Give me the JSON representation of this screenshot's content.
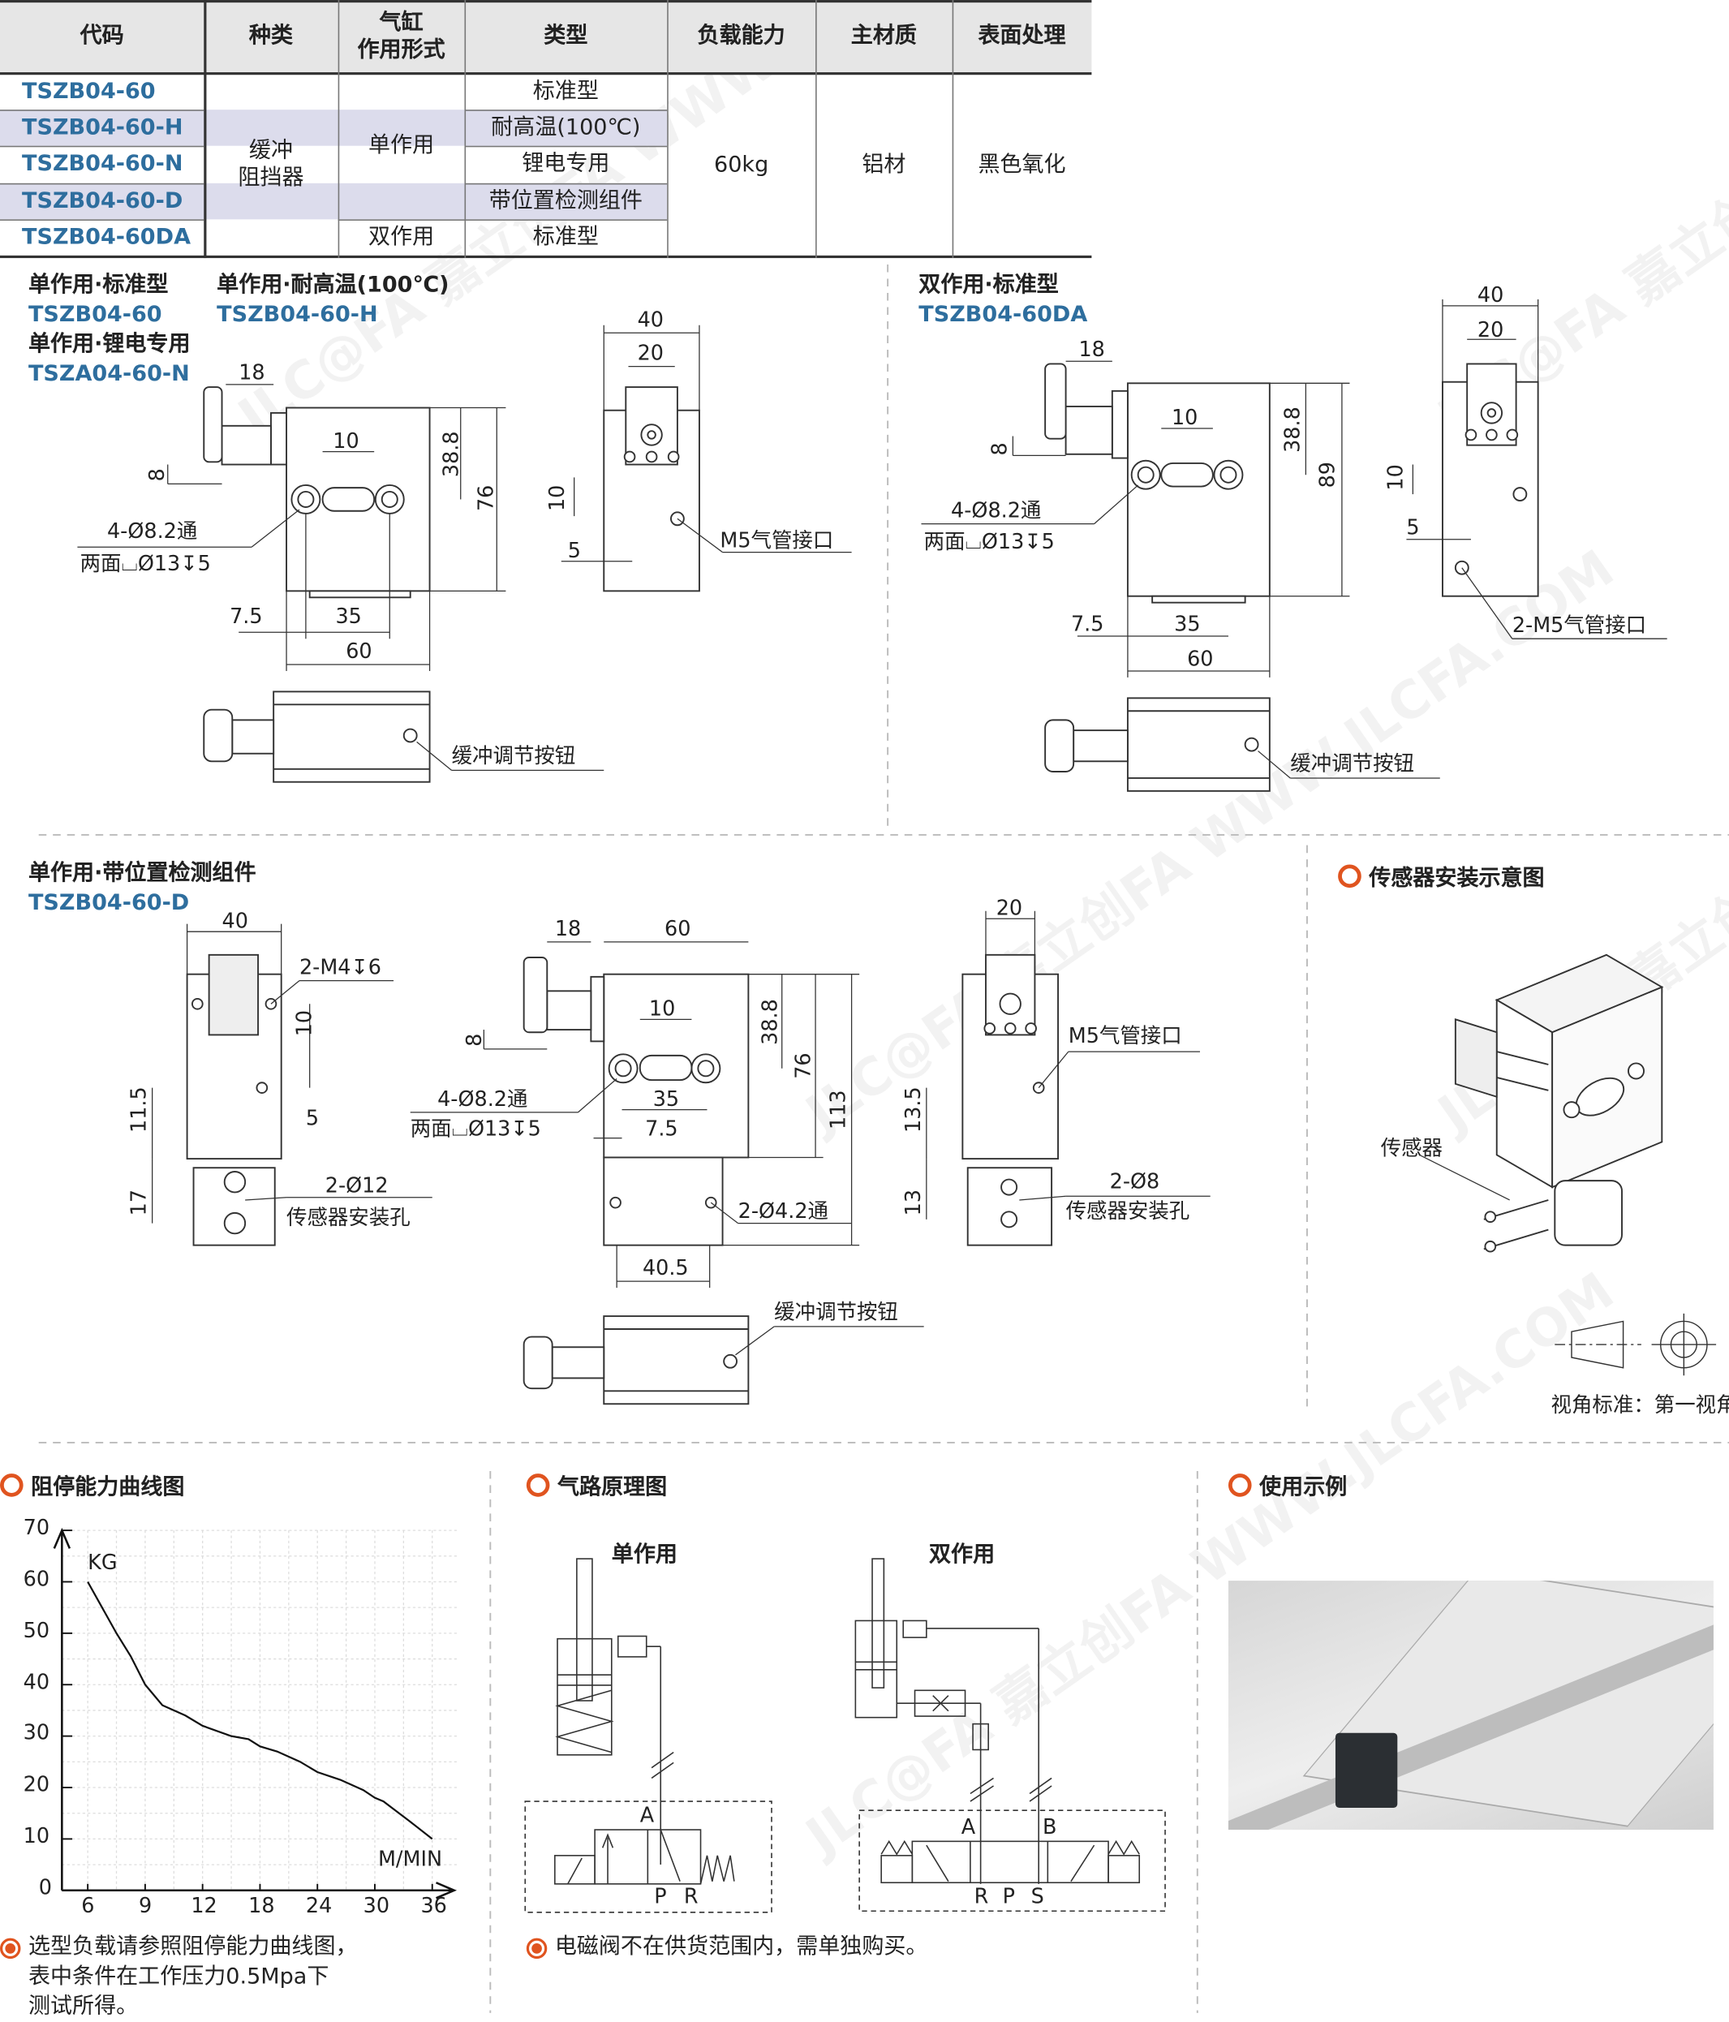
{
  "table": {
    "headers": {
      "code": "代码",
      "kind": "种类",
      "action": "气缸\n作用形式",
      "type": "类型",
      "load": "负载能力",
      "material": "主材质",
      "finish": "表面处理"
    },
    "rows": [
      {
        "code": "TSZB04-60",
        "type": "标准型"
      },
      {
        "code": "TSZB04-60-H",
        "type": "耐高温(100℃)"
      },
      {
        "code": "TSZB04-60-N",
        "type": "锂电专用"
      },
      {
        "code": "TSZB04-60-D",
        "type": "带位置检测组件"
      },
      {
        "code": "TSZB04-60DA",
        "type": "标准型"
      }
    ],
    "kind": "缓冲\n阻挡器",
    "single": "单作用",
    "double": "双作用",
    "load": "60kg",
    "material": "铝材",
    "finish": "黑色氧化",
    "row_shade": "#dcdcec"
  },
  "drawing_std": {
    "title1": "单作用·标准型",
    "code1": "TSZB04-60",
    "title2": "单作用·耐高温(100℃)",
    "code2": "TSZB04-60-H",
    "title3": "单作用·锂电专用",
    "code3": "TSZA04-60-N",
    "d18": "18",
    "d10": "10",
    "d38_8": "38.8",
    "d76": "76",
    "d8": "8",
    "holes": "4-Ø8.2通",
    "cbore": "两面⌴Ø13↧5",
    "d7_5": "7.5",
    "d35": "35",
    "d60": "60",
    "side_d40": "40",
    "side_d20": "20",
    "side_d10": "10",
    "side_d5": "5",
    "port": "M5气管接口",
    "knob": "缓冲调节按钮"
  },
  "drawing_double": {
    "title": "双作用·标准型",
    "code": "TSZB04-60DA",
    "d18": "18",
    "d10": "10",
    "d38_8": "38.8",
    "d89": "89",
    "d8": "8",
    "holes": "4-Ø8.2通",
    "cbore": "两面⌴Ø13↧5",
    "d7_5": "7.5",
    "d35": "35",
    "d60": "60",
    "side_d40": "40",
    "side_d20": "20",
    "side_d10": "10",
    "side_d5": "5",
    "port": "2-M5气管接口",
    "knob": "缓冲调节按钮"
  },
  "drawing_sensor": {
    "title": "单作用·带位置检测组件",
    "code": "TSZB04-60-D",
    "d40": "40",
    "m4": "2-M4↧6",
    "d10": "10",
    "d11_5": "11.5",
    "d5": "5",
    "d17": "17",
    "phi12": "2-Ø12",
    "sensor_hole": "传感器安装孔",
    "f18": "18",
    "f60": "60",
    "f10": "10",
    "f38_8": "38.8",
    "f76": "76",
    "f113": "113",
    "f8": "8",
    "holes": "4-Ø8.2通",
    "cbore": "两面⌴Ø13↧5",
    "f35": "35",
    "f7_5": "7.5",
    "phi4_2": "2-Ø4.2通",
    "f40_5": "40.5",
    "knob": "缓冲调节按钮",
    "s20": "20",
    "port": "M5气管接口",
    "s13_5": "13.5",
    "s13": "13",
    "phi8": "2-Ø8",
    "sensor_hole2": "传感器安装孔"
  },
  "sensor_illustration": {
    "title": "传感器安装示意图",
    "sensor": "传感器",
    "projection": "视角标准：第一视角"
  },
  "chart_section": {
    "title": "阻停能力曲线图",
    "note": "选型负载请参照阻停能力曲线图，\n表中条件在工作压力0.5Mpa下\n测试所得。"
  },
  "chart_data": {
    "type": "line",
    "title": "阻停能力曲线图",
    "xlabel": "M/MIN",
    "ylabel": "KG",
    "categories": [
      "6",
      "9",
      "12",
      "18",
      "24",
      "30",
      "36"
    ],
    "y_ticks": [
      "0",
      "10",
      "20",
      "30",
      "40",
      "50",
      "60",
      "70"
    ],
    "ylim": [
      0,
      70
    ],
    "grid": true,
    "series": [
      {
        "name": "阻停能力",
        "points": [
          [
            0,
            60
          ],
          [
            0.5,
            50
          ],
          [
            0.75,
            45.5
          ],
          [
            1,
            40
          ],
          [
            1.3,
            36
          ],
          [
            1.7,
            34
          ],
          [
            2,
            32
          ],
          [
            2.5,
            30
          ],
          [
            2.8,
            29.4
          ],
          [
            3,
            28
          ],
          [
            3.3,
            27
          ],
          [
            3.7,
            25
          ],
          [
            4,
            23
          ],
          [
            4.4,
            21.5
          ],
          [
            4.8,
            19.5
          ],
          [
            5,
            18
          ],
          [
            5.15,
            17.3
          ],
          [
            5.6,
            13.5
          ],
          [
            6,
            10
          ]
        ]
      }
    ]
  },
  "pneumatic": {
    "title": "气路原理图",
    "single": "单作用",
    "double": "双作用",
    "s_A": "A",
    "s_P": "P",
    "s_R": "R",
    "d_A": "A",
    "d_B": "B",
    "d_R": "R",
    "d_P": "P",
    "d_S": "S",
    "note": "电磁阀不在供货范围内，需单独购买。"
  },
  "usage": {
    "title": "使用示例"
  },
  "watermark": "JLC@FA 嘉立创FA WWW.JLCFA.COM",
  "colors": {
    "accent": "#e0541f",
    "code_blue": "#2e6e9e",
    "header_bg": "#e6e6e6"
  }
}
